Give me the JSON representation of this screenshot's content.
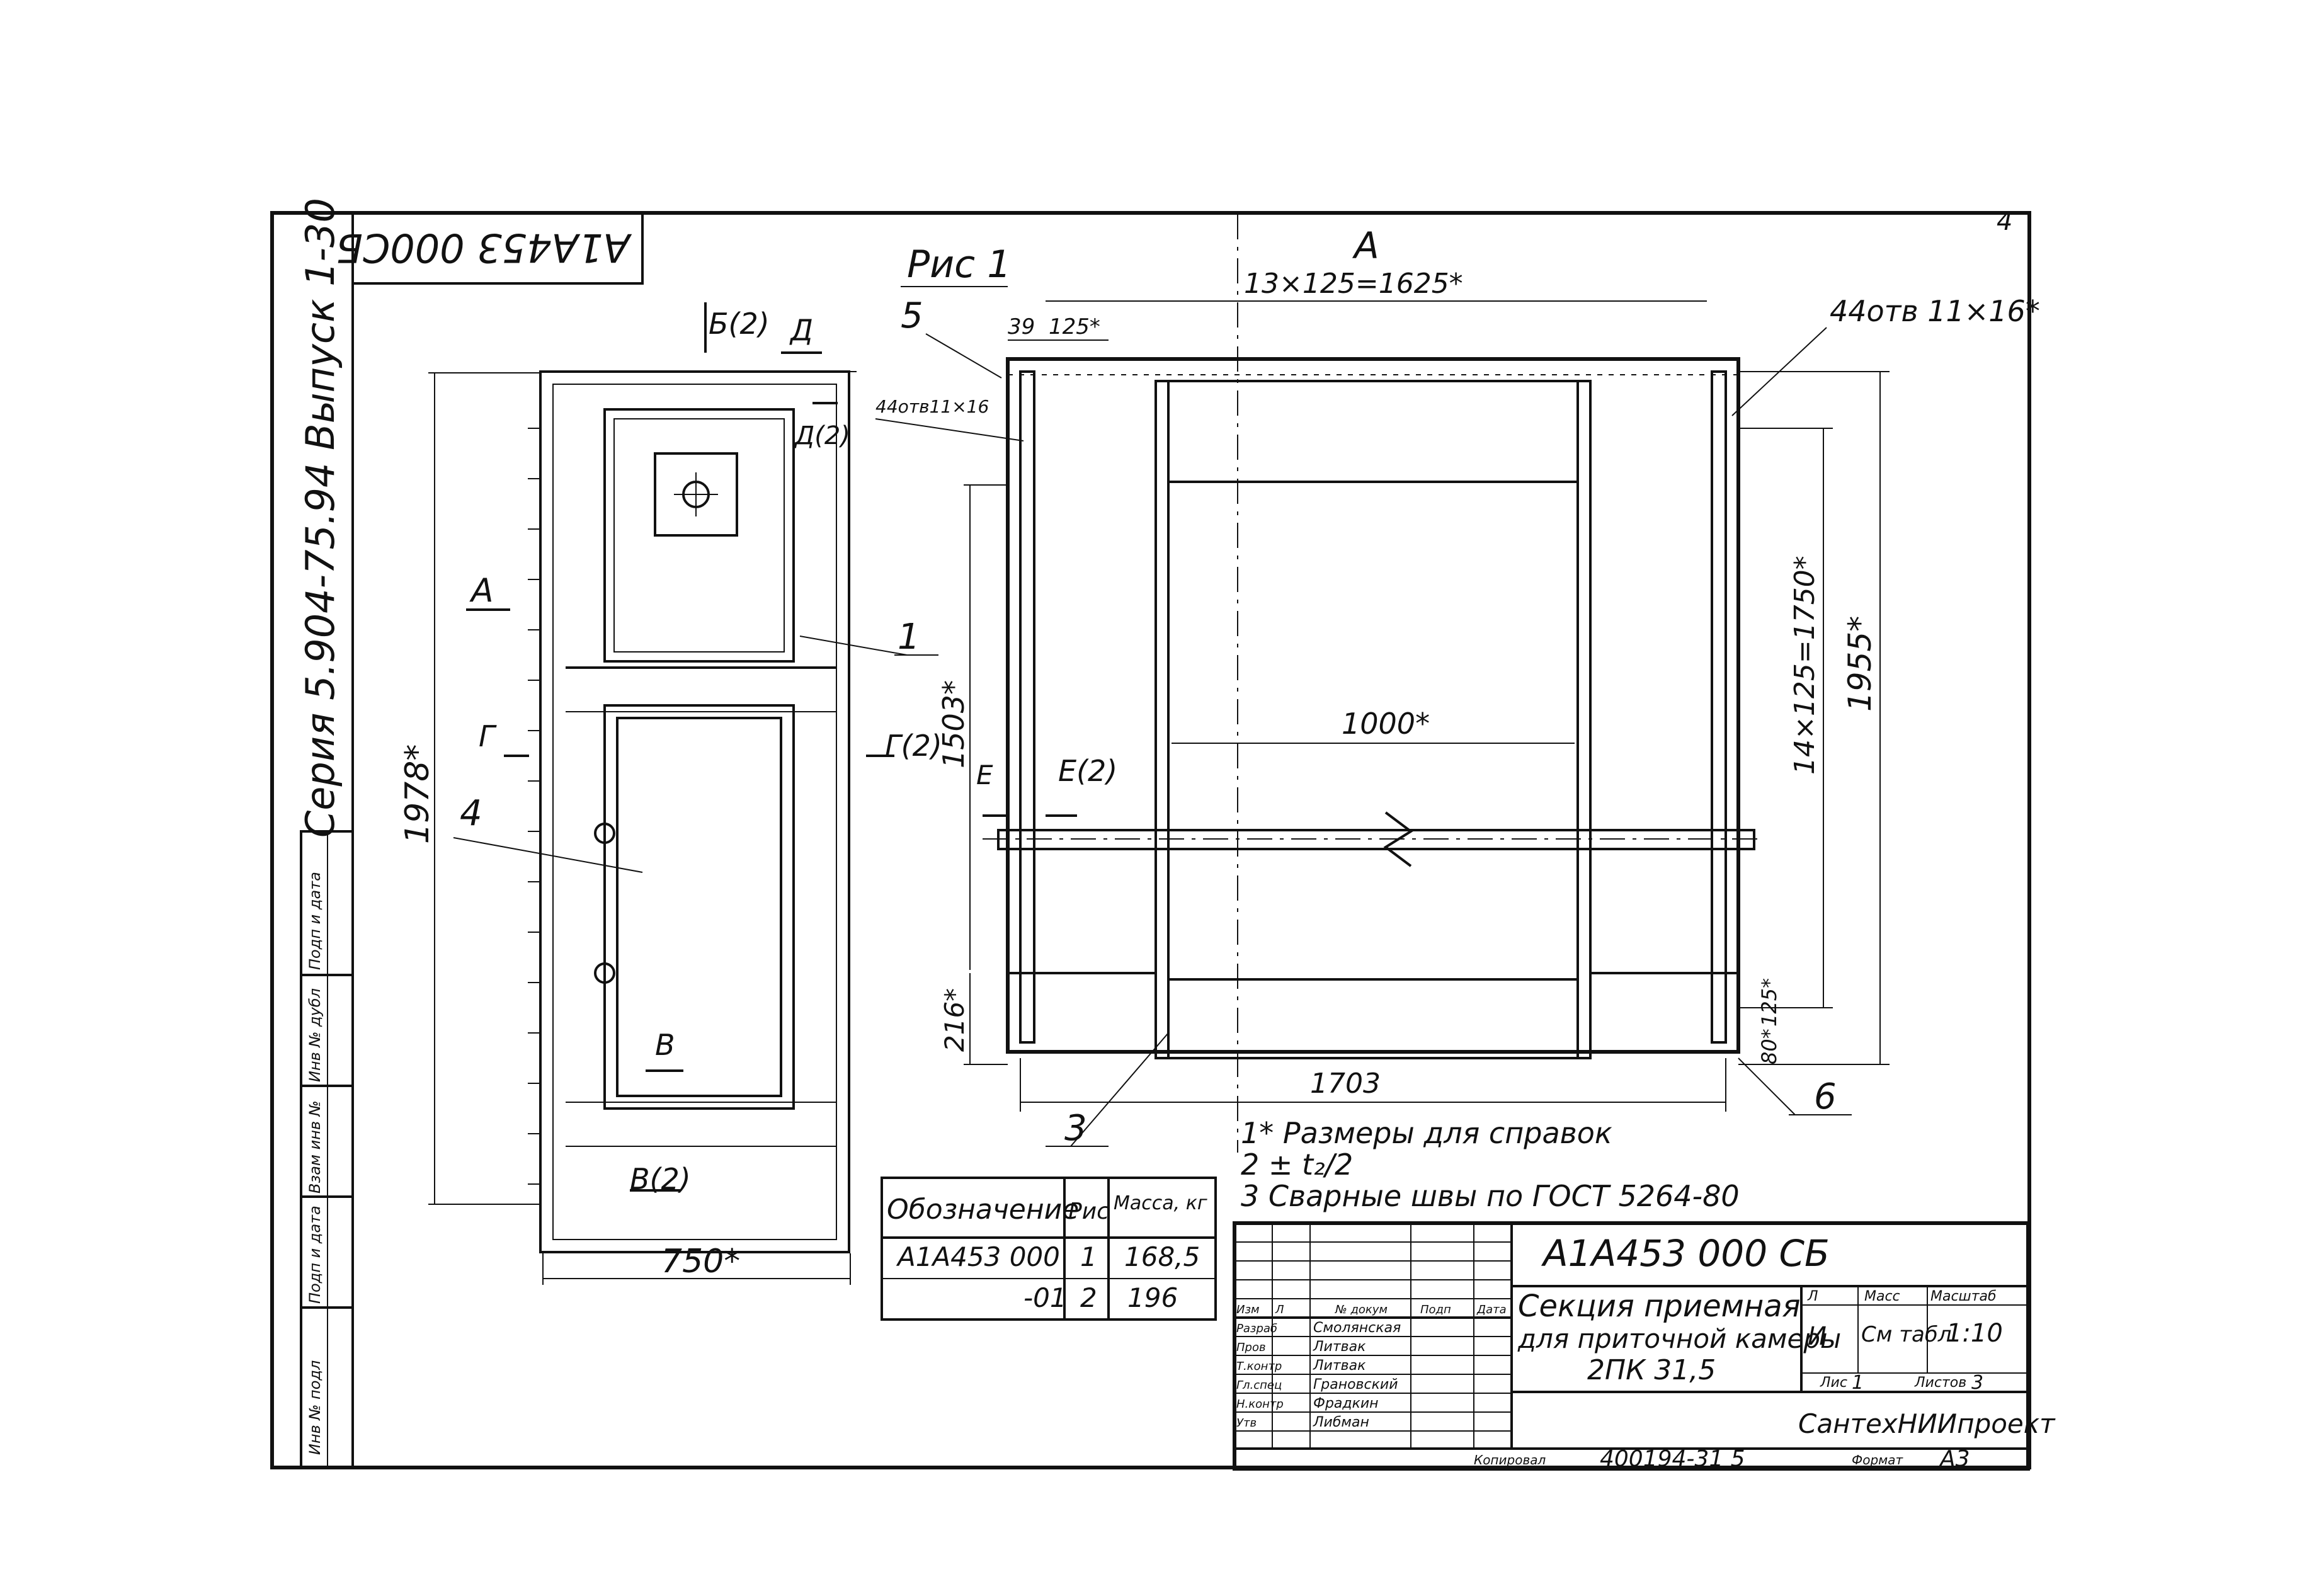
{
  "rotated_code": "А1А453 000СБ",
  "series_text": "Серия 5.904-75.94 Выпуск 1-30",
  "corner_number": "4",
  "figure_label": "Рис 1",
  "left_view": {
    "section_b": "Б(2)",
    "section_d_top": "Д",
    "section_d2": "Д(2)",
    "marker_a": "А",
    "section_g": "Г",
    "section_g2": "Г(2)",
    "section_v": "В",
    "section_v2": "В(2)",
    "dim_height": "1978*",
    "dim_width": "750*",
    "callout_1": "1",
    "callout_4": "4"
  },
  "right_view": {
    "view_letter": "А",
    "dim_top": "13×125=1625*",
    "dim_39": "39",
    "dim_125": "125*",
    "holes_top": "44отв 11×16*",
    "holes_left": "44отв11×16",
    "dim_1503": "1503*",
    "dim_216": "216*",
    "dim_1000": "1000*",
    "dim_1750": "14×125=1750*",
    "dim_1955": "1955*",
    "dim_125_small": "125*",
    "dim_80": "80*",
    "dim_1703": "1703",
    "section_e": "Е",
    "section_e2": "Е(2)",
    "callout_3": "3",
    "callout_5": "5",
    "callout_6": "6"
  },
  "notes": [
    "1* Размеры для справок",
    "2 ± t₂/2",
    "3 Сварные швы по ГОСТ 5264-80"
  ],
  "spec_table": {
    "headers": [
      "Обозначение",
      "Рис",
      "Масса, кг"
    ],
    "rows": [
      [
        "А1А453 000",
        "1",
        "168,5"
      ],
      [
        "-01",
        "2",
        "196"
      ]
    ]
  },
  "title_block": {
    "designation": "А1А453 000 СБ",
    "title_line1": "Секция приемная",
    "title_line2": "для приточной камеры",
    "title_line3": "2ПК 31,5",
    "lit_header": "Л",
    "mass_header": "Масс",
    "scale_header": "Масштаб",
    "lit_value": "И",
    "mass_value": "См табл",
    "scale_value": "1:10",
    "sheet_label": "Лис",
    "sheet_value": "1",
    "sheets_label": "Листов",
    "sheets_value": "3",
    "org": "СантехНИИпроект",
    "col_headers": [
      "Изм",
      "Л",
      "№ докум",
      "Подп",
      "Дата"
    ],
    "signatures": [
      [
        "Разраб",
        "Смолянская",
        ""
      ],
      [
        "Пров",
        "Литвак",
        ""
      ],
      [
        "Т.контр",
        "Литвак",
        ""
      ],
      [
        "Гл.спец",
        "Грановский",
        ""
      ],
      [
        "Н.контр",
        "Фрадкин",
        ""
      ],
      [
        "Утв",
        "Либман",
        ""
      ]
    ],
    "copied_label": "Копировал",
    "archive_no": "400194-31 5",
    "format_label": "Формат",
    "format_value": "А3"
  },
  "side_stamp": [
    "Инв № подл",
    "Подп и дата",
    "Взам инв №",
    "Инв № дубл",
    "Подп и дата"
  ]
}
